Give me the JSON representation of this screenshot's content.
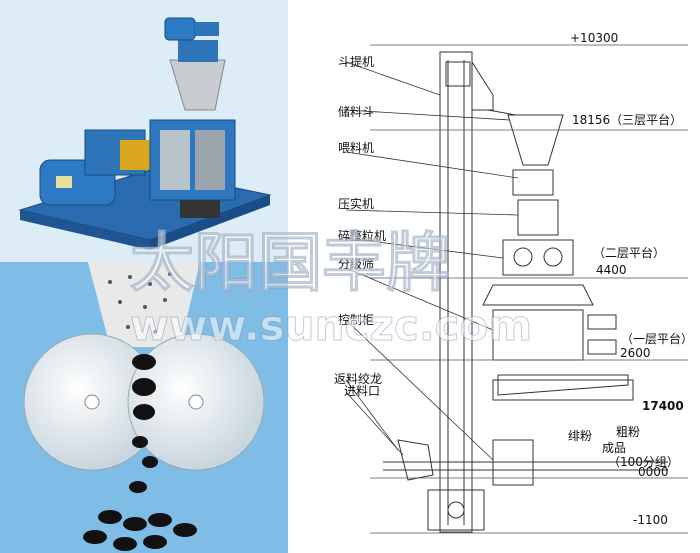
{
  "watermark": {
    "text_cn": "太阳国丰牌",
    "text_url": "www.sunczc.com"
  },
  "labels": [
    {
      "id": "bucket_elevator",
      "text": "斗提机"
    },
    {
      "id": "storage_hopper",
      "text": "储料斗"
    },
    {
      "id": "feeder",
      "text": "喂料机"
    },
    {
      "id": "compactor",
      "text": "压实机"
    },
    {
      "id": "granulator",
      "text": "碎整粒机"
    },
    {
      "id": "screen",
      "text": "分级筛"
    },
    {
      "id": "control_cabinet",
      "text": "控制柜"
    },
    {
      "id": "return_auger",
      "text": "返料绞龙"
    },
    {
      "id": "inlet",
      "text": "进料口"
    }
  ],
  "levels": {
    "top": "+10300",
    "floor3": "18156（三层平台）",
    "floor2_name": "（二层平台）",
    "floor2": "4400",
    "floor1_name": "（一层平台）",
    "floor1": "2600",
    "level_17400": "17400",
    "ground": "0000",
    "bottom": "-1100"
  },
  "outputs": {
    "fine": "绯粉",
    "coarse": "粗粉",
    "product": "成品",
    "grading": "（100分组）"
  },
  "colors": {
    "photo_bg": "#d8ecf6",
    "machine_blue": "#2b6fb0",
    "schematic_bg": "#7fbce6"
  }
}
